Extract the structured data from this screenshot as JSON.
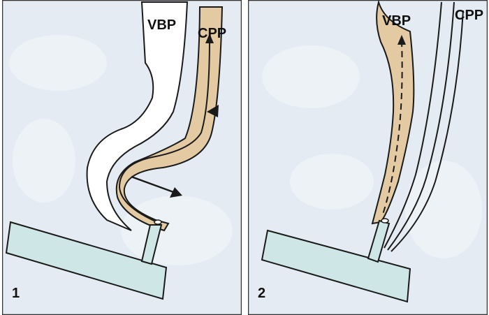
{
  "panels": [
    {
      "number": "1",
      "labels": {
        "vbp": "VBP",
        "cpp": "CPP"
      }
    },
    {
      "number": "2",
      "labels": {
        "vbp": "VBP",
        "cpp": "CPP"
      }
    }
  ],
  "colors": {
    "background": "#e4ebf3",
    "duct": "#e3caa3",
    "scope": "#cfe6e7",
    "line": "#1a1a1a",
    "frame": "#333333"
  }
}
